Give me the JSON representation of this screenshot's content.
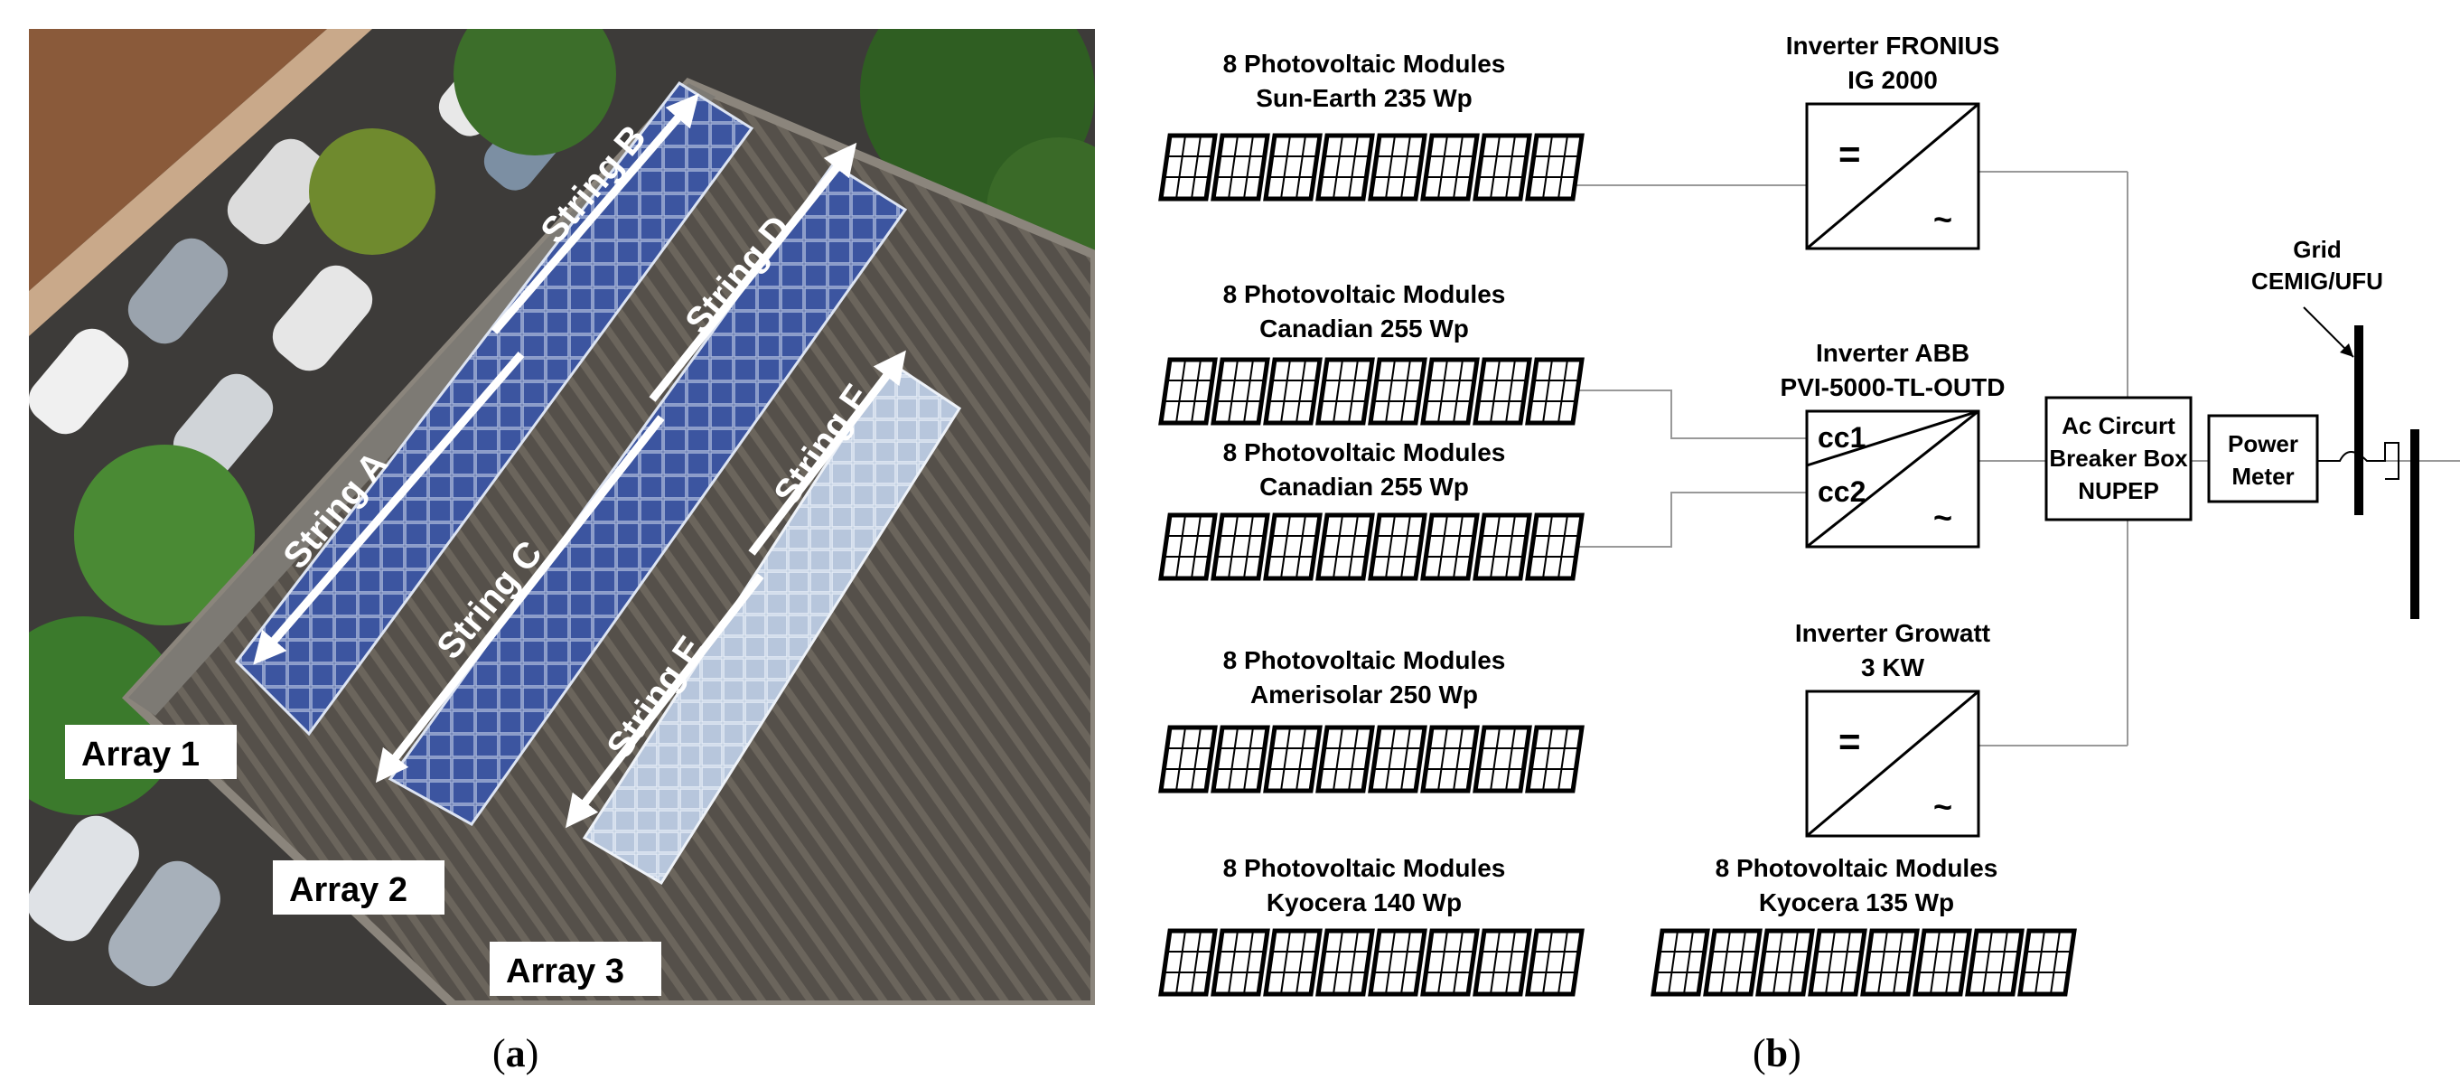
{
  "photo": {
    "strings": [
      "String A",
      "String B",
      "String C",
      "String D",
      "String E",
      "String F"
    ],
    "arrays": [
      "Array 1",
      "Array 2",
      "Array 3"
    ]
  },
  "diagram": {
    "modules": [
      {
        "title": "8 Photovoltaic Modules",
        "model": "Sun-Earth 235 Wp"
      },
      {
        "title": "8 Photovoltaic Modules",
        "model": "Canadian 255 Wp"
      },
      {
        "title": "8 Photovoltaic Modules",
        "model": "Canadian 255 Wp"
      },
      {
        "title": "8 Photovoltaic Modules",
        "model": "Amerisolar 250 Wp"
      },
      {
        "title": "8 Photovoltaic Modules",
        "model": "Kyocera 140 Wp"
      },
      {
        "title": "8 Photovoltaic Modules",
        "model": "Kyocera 135 Wp"
      }
    ],
    "inverters": [
      {
        "line1": "Inverter FRONIUS",
        "line2": "IG 2000",
        "dc": "=",
        "ac": "~"
      },
      {
        "line1": "Inverter ABB",
        "line2": "PVI-5000-TL-OUTD",
        "cc1": "cc1",
        "cc2": "cc2",
        "ac": "~"
      },
      {
        "line1": "Inverter Growatt",
        "line2": "3 KW",
        "dc": "=",
        "ac": "~"
      }
    ],
    "breaker": [
      "Ac Circurt",
      "Breaker Box",
      "NUPEP"
    ],
    "meter": [
      "Power",
      "Meter"
    ],
    "grid": [
      "Grid",
      "CEMIG/UFU"
    ]
  },
  "captions": {
    "a": "a",
    "b": "b"
  },
  "colors": {
    "roof": "#4a4640",
    "panel_dark": "#2c3f78",
    "panel_light": "#8fa6c8",
    "tree": "#3f7a2c",
    "road": "#3a3a3a"
  }
}
